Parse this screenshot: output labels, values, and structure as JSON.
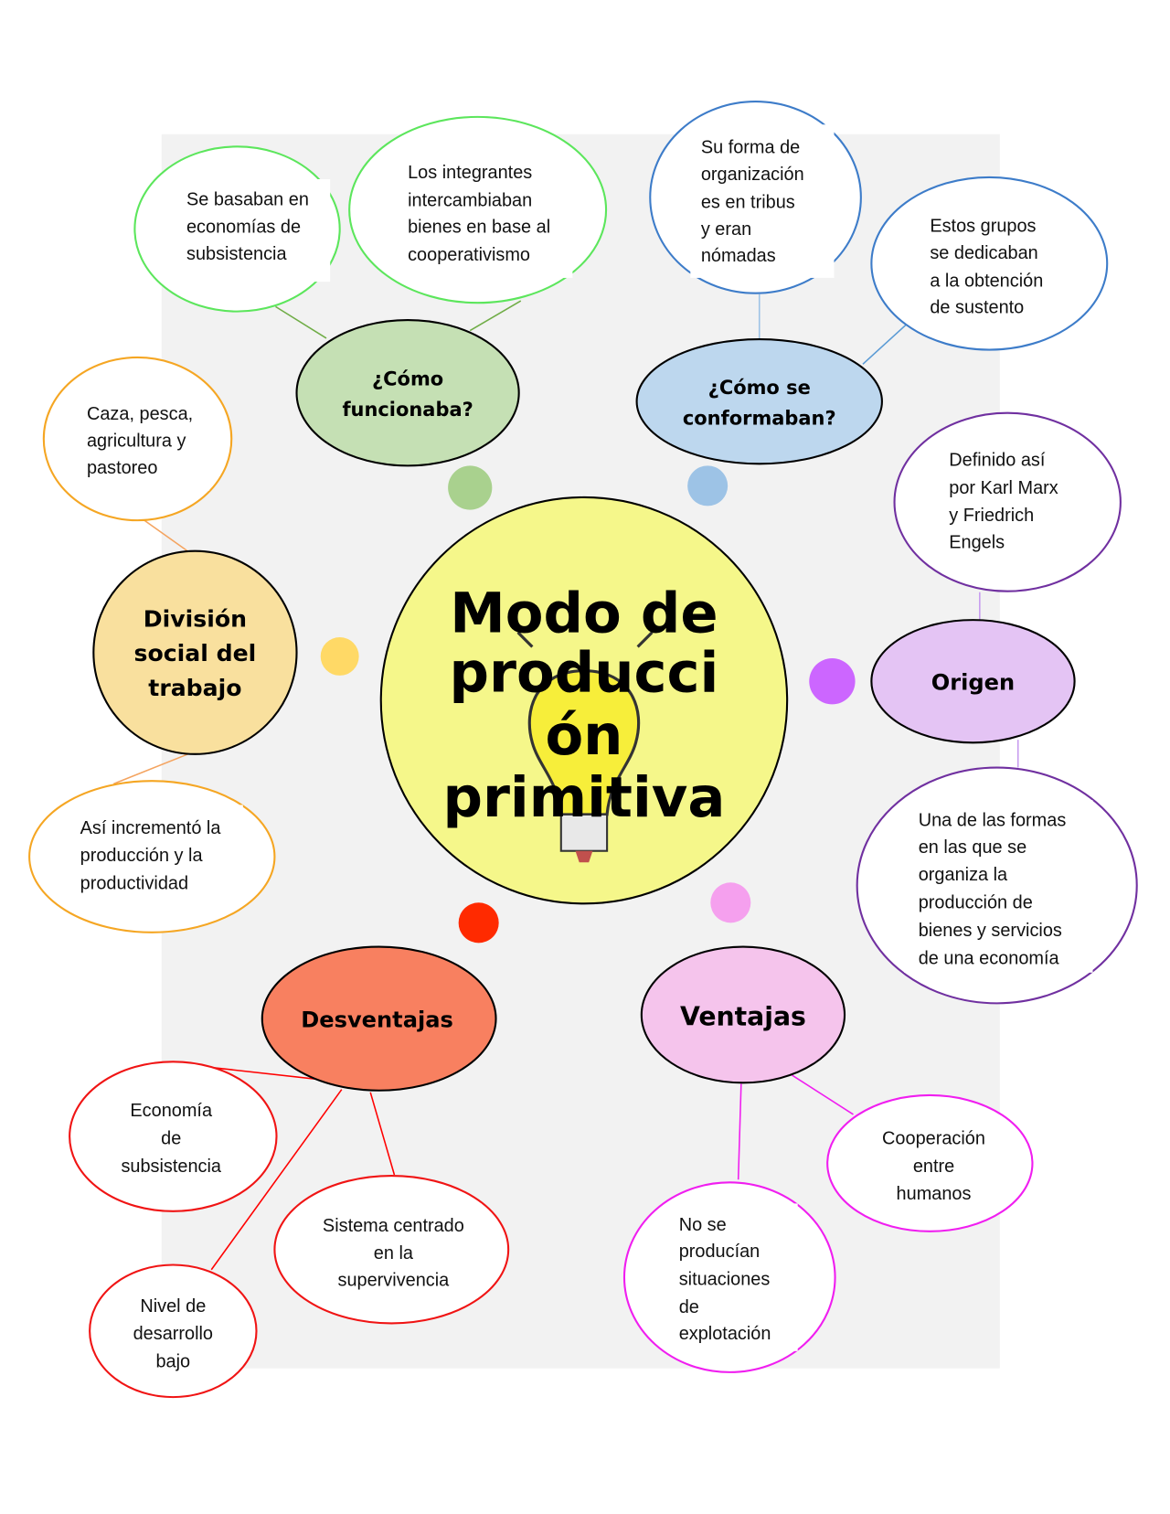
{
  "title": {
    "lines": [
      "Modo de",
      "producci",
      "ón",
      "primitiva"
    ]
  },
  "colors": {
    "center": "#f5f78a",
    "background": "#f2f2f2"
  },
  "branches": {
    "funcionaba": {
      "lines": [
        "¿Cómo",
        "funcionaba?"
      ],
      "fill": "#c5e0b4"
    },
    "conformaban": {
      "lines": [
        "¿Cómo se",
        "conformaban?"
      ],
      "fill": "#bdd7ee"
    },
    "division": {
      "lines": [
        "División",
        "social del",
        "trabajo"
      ],
      "fill": "#f9e09e"
    },
    "origen": {
      "lines": [
        "Origen"
      ],
      "fill": "#e4c4f4"
    },
    "desventajas": {
      "lines": [
        "Desventajas"
      ],
      "fill": "#f88060"
    },
    "ventajas": {
      "lines": [
        "Ventajas"
      ],
      "fill": "#f5c4ec"
    }
  },
  "bubbles": {
    "b1": [
      "Se basaban en",
      "economías de",
      "subsistencia"
    ],
    "b2": [
      "Los integrantes",
      "intercambiaban",
      "bienes en base al",
      "cooperativismo"
    ],
    "b3": [
      "Su forma de",
      "organización",
      "es en tribus",
      "y eran",
      "nómadas"
    ],
    "b4": [
      "Estos grupos",
      "se dedicaban",
      "a la obtención",
      "de sustento"
    ],
    "b5": [
      "Caza, pesca,",
      "agricultura y",
      "pastoreo"
    ],
    "b6": [
      "Así incrementó la",
      "producción y la",
      "productividad"
    ],
    "b7": [
      "Definido así",
      "por Karl Marx",
      "y Friedrich",
      "Engels"
    ],
    "b8": [
      "Una de las formas",
      "en las que se",
      "organiza la",
      "producción de",
      "bienes y servicios",
      "de una economía"
    ],
    "b9": [
      "Economía",
      "de",
      "subsistencia"
    ],
    "b10": [
      "Sistema centrado",
      "en la",
      "supervivencia"
    ],
    "b11": [
      "Nivel de",
      "desarrollo",
      "bajo"
    ],
    "b12": [
      "Cooperación",
      "entre",
      "humanos"
    ],
    "b13": [
      "No se",
      "producían",
      "situaciones",
      "de",
      "explotación"
    ]
  }
}
